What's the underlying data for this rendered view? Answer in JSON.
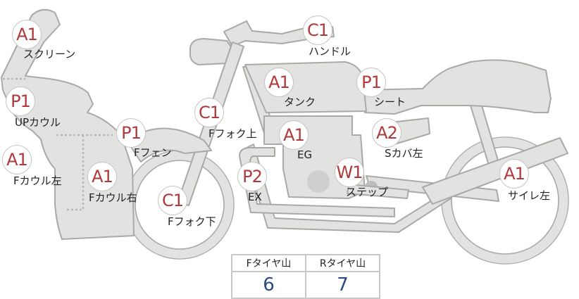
{
  "parts": [
    {
      "id": "screen",
      "grade": "A1",
      "label": "スクリーン"
    },
    {
      "id": "handle",
      "grade": "C1",
      "label": "ハンドル"
    },
    {
      "id": "tank",
      "grade": "A1",
      "label": "タンク"
    },
    {
      "id": "seat",
      "grade": "P1",
      "label": "シート"
    },
    {
      "id": "up-cowl",
      "grade": "P1",
      "label": "UPカウル"
    },
    {
      "id": "f-fork-upper",
      "grade": "C1",
      "label": "Fフォク上"
    },
    {
      "id": "f-fender",
      "grade": "P1",
      "label": "Fフェン"
    },
    {
      "id": "engine",
      "grade": "A1",
      "label": "EG"
    },
    {
      "id": "s-cover-left",
      "grade": "A2",
      "label": "Sカバ左"
    },
    {
      "id": "f-cowl-left",
      "grade": "A1",
      "label": "Fカウル左"
    },
    {
      "id": "f-cowl-right",
      "grade": "A1",
      "label": "Fカウル右"
    },
    {
      "id": "exhaust",
      "grade": "P2",
      "label": "EX"
    },
    {
      "id": "step",
      "grade": "W1",
      "label": "ステップ"
    },
    {
      "id": "silencer-left",
      "grade": "A1",
      "label": "サイレ左"
    },
    {
      "id": "f-fork-lower",
      "grade": "C1",
      "label": "Fフォク下"
    }
  ],
  "tire_tread": {
    "front_label": "Fタイヤ山",
    "rear_label": "Rタイヤ山",
    "front_value": "6",
    "rear_value": "7"
  }
}
